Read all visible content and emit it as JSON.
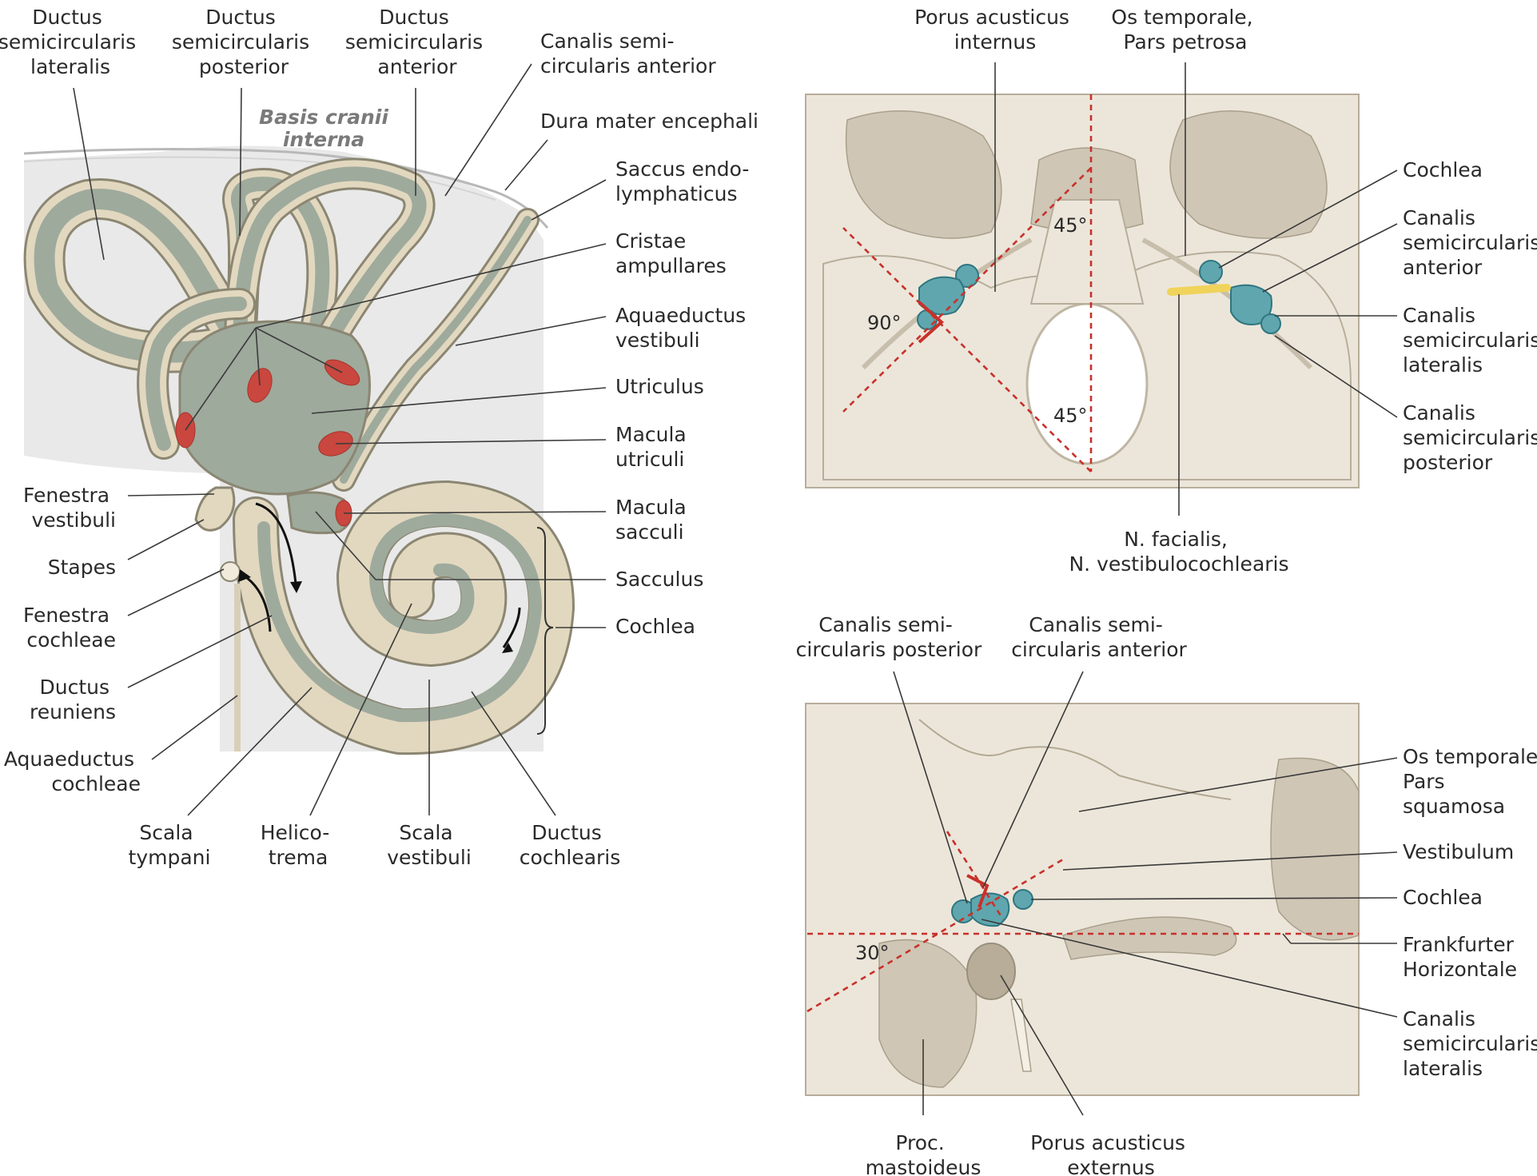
{
  "left_panel": {
    "region_label": [
      "Basis cranii",
      "interna"
    ],
    "labels": {
      "ductus_lateralis": [
        "Ductus",
        "semicircularis",
        "lateralis"
      ],
      "ductus_posterior": [
        "Ductus",
        "semicircularis",
        "posterior"
      ],
      "ductus_anterior": [
        "Ductus",
        "semicircularis",
        "anterior"
      ],
      "canalis_anterior": [
        "Canalis semi-",
        "circularis anterior"
      ],
      "dura_mater": [
        "Dura mater encephali"
      ],
      "saccus": [
        "Saccus endo-",
        "lymphaticus"
      ],
      "cristae": [
        "Cristae",
        "ampullares"
      ],
      "aquaeductus_vestibuli": [
        "Aquaeductus",
        "vestibuli"
      ],
      "utriculus": [
        "Utriculus"
      ],
      "macula_utriculi": [
        "Macula",
        "utriculi"
      ],
      "macula_sacculi": [
        "Macula",
        "sacculi"
      ],
      "sacculus": [
        "Sacculus"
      ],
      "cochlea": [
        "Cochlea"
      ],
      "fenestra_vestibuli": [
        "Fenestra",
        "vestibuli"
      ],
      "stapes": [
        "Stapes"
      ],
      "fenestra_cochleae": [
        "Fenestra",
        "cochleae"
      ],
      "ductus_reuniens": [
        "Ductus",
        "reuniens"
      ],
      "aquaeductus_cochleae": [
        "Aquaeductus",
        "cochleae"
      ],
      "scala_tympani": [
        "Scala",
        "tympani"
      ],
      "helicotrema": [
        "Helico-",
        "trema"
      ],
      "scala_vestibuli": [
        "Scala",
        "vestibuli"
      ],
      "ductus_cochlearis": [
        "Ductus",
        "cochlearis"
      ]
    }
  },
  "top_right_panel": {
    "labels": {
      "porus_internus": [
        "Porus acusticus",
        "internus"
      ],
      "os_petrosa": [
        "Os temporale,",
        "Pars petrosa"
      ],
      "cochlea": [
        "Cochlea"
      ],
      "canalis_anterior": [
        "Canalis",
        "semicircularis",
        "anterior"
      ],
      "canalis_lateralis": [
        "Canalis",
        "semicircularis",
        "lateralis"
      ],
      "canalis_posterior": [
        "Canalis",
        "semicircularis",
        "posterior"
      ],
      "nervi": [
        "N. facialis,",
        "N. vestibulocochlearis"
      ]
    },
    "angles": {
      "top": "45°",
      "bottom": "45°",
      "left": "90°"
    }
  },
  "bottom_right_panel": {
    "labels": {
      "canalis_posterior": [
        "Canalis semi-",
        "circularis posterior"
      ],
      "canalis_anterior": [
        "Canalis semi-",
        "circularis anterior"
      ],
      "os_squamosa": [
        "Os temporale,",
        "Pars",
        "squamosa"
      ],
      "vestibulum": [
        "Vestibulum"
      ],
      "cochlea": [
        "Cochlea"
      ],
      "frankfurter": [
        "Frankfurter",
        "Horizontale"
      ],
      "canalis_lateralis": [
        "Canalis",
        "semicircularis",
        "lateralis"
      ],
      "proc_mastoideus": [
        "Proc.",
        "mastoideus"
      ],
      "porus_externus": [
        "Porus acusticus",
        "externus"
      ]
    },
    "angles": {
      "horizontal": "30°"
    }
  },
  "colors": {
    "background_box": "#e9e9e9",
    "membranous_fill": "#9eaa9c",
    "bony_rim": "#e2d8bf",
    "sensory_patch": "#c9473e",
    "labyrinth_cast": "#5fa6ae",
    "angle_lines": "#c8312a",
    "bone": "#ece6da"
  }
}
